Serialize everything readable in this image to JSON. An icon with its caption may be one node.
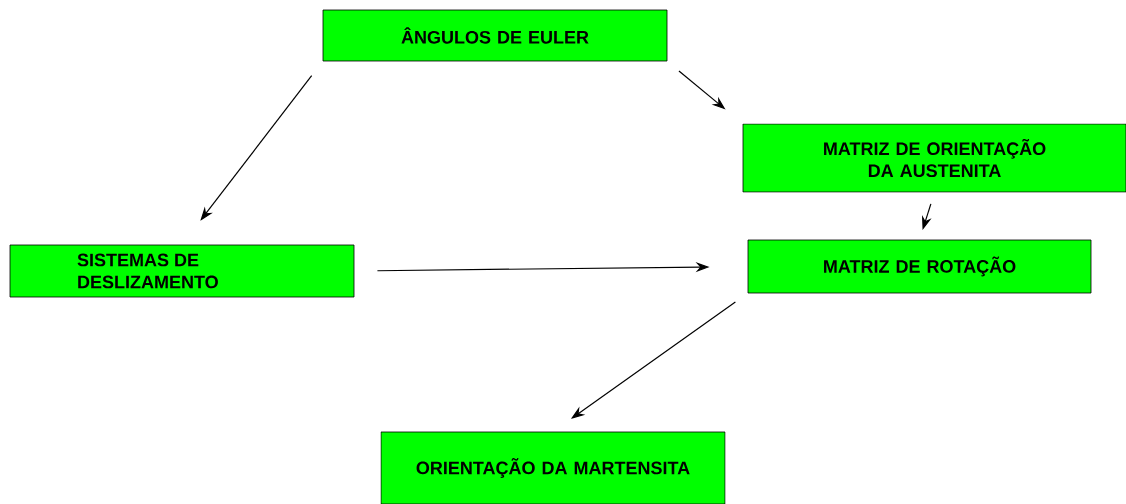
{
  "diagram": {
    "nodes": [
      {
        "text": [
          "ÂNGULOS DE EULER"
        ]
      },
      {
        "text": [
          "MATRIZ DE ORIENTAÇÃO DA AUSTENITA"
        ]
      },
      {
        "text": [
          "SISTEMAS DE DESLIZAMENTO"
        ]
      },
      {
        "text": [
          "MATRIZ DE ROTAÇÃO"
        ]
      },
      {
        "text": [
          "ORIENTAÇÃO DA MARTENSITA"
        ]
      }
    ],
    "edges": [
      {
        "from": 0,
        "to": 2,
        "arrow": "to"
      },
      {
        "from": 0,
        "to": 1,
        "arrow": "to"
      },
      {
        "from": 1,
        "to": 3,
        "arrow": "to"
      },
      {
        "from": 2,
        "to": 3,
        "arrow": "to"
      },
      {
        "from": 3,
        "to": 4,
        "arrow": "to"
      }
    ]
  }
}
